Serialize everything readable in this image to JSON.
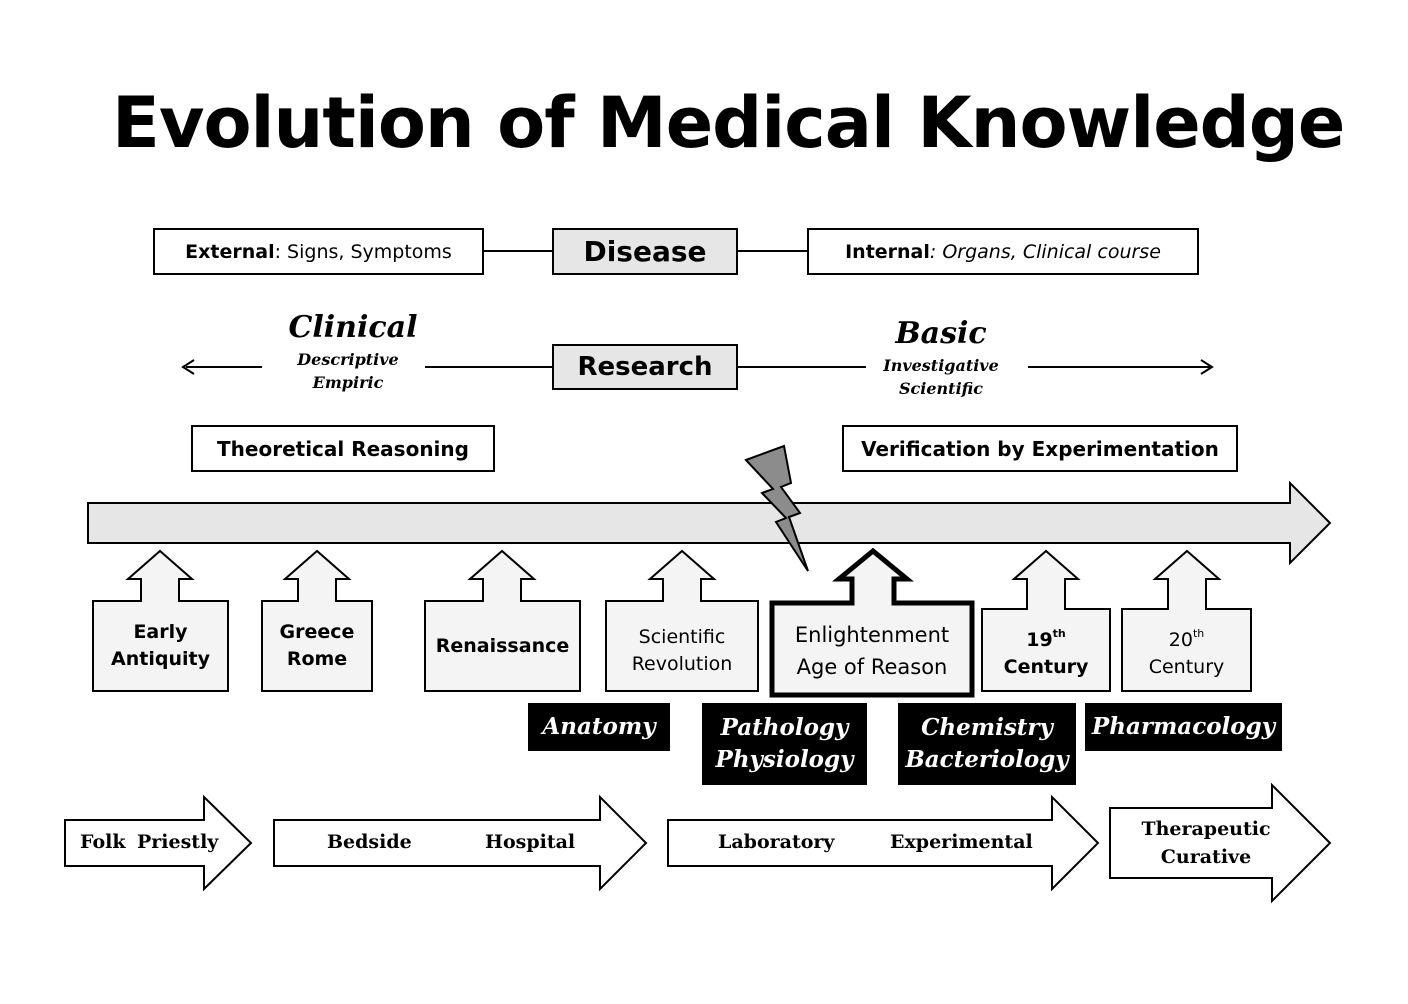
{
  "title": "Evolution of Medical Knowledge",
  "disease": {
    "label": "Disease",
    "external_bold": "External",
    "external_rest": ": Signs, Symptoms",
    "internal_bold": "Internal",
    "internal_rest": ": Organs, Clinical course"
  },
  "research": {
    "label": "Research",
    "clinical": {
      "title": "Clinical",
      "line1": "Descriptive",
      "line2": "Empiric"
    },
    "basic": {
      "title": "Basic",
      "line1": "Investigative",
      "line2": "Scientific"
    }
  },
  "theoretical": "Theoretical Reasoning",
  "verification": "Verification by Experimentation",
  "eras": [
    {
      "line1": "Early",
      "line2": "Antiquity"
    },
    {
      "line1": "Greece",
      "line2": "Rome"
    },
    {
      "line1": "Renaissance",
      "line2": ""
    },
    {
      "line1": "Scientific",
      "line2": "Revolution"
    },
    {
      "line1": "Enlightenment",
      "line2": "Age of Reason"
    },
    {
      "num": "19",
      "sup": "th",
      "line2": "Century"
    },
    {
      "num": "20",
      "sup": "th",
      "line2": "Century"
    }
  ],
  "disciplines": [
    {
      "line1": "Anatomy",
      "line2": ""
    },
    {
      "line1": "Pathology",
      "line2": "Physiology"
    },
    {
      "line1": "Chemistry",
      "line2": "Bacteriology"
    },
    {
      "line1": "Pharmacology",
      "line2": ""
    }
  ],
  "stages": [
    {
      "a": "Folk",
      "b": "Priestly"
    },
    {
      "a": "Bedside",
      "b": "Hospital"
    },
    {
      "a": "Laboratory",
      "b": "Experimental"
    },
    {
      "a": "Therapeutic",
      "b": "Curative"
    }
  ],
  "colors": {
    "timeline_fill": "#e6e6e6",
    "box_fill": "#f4f4f4",
    "lightning_fill": "#8c8c8c",
    "black": "#000000"
  }
}
